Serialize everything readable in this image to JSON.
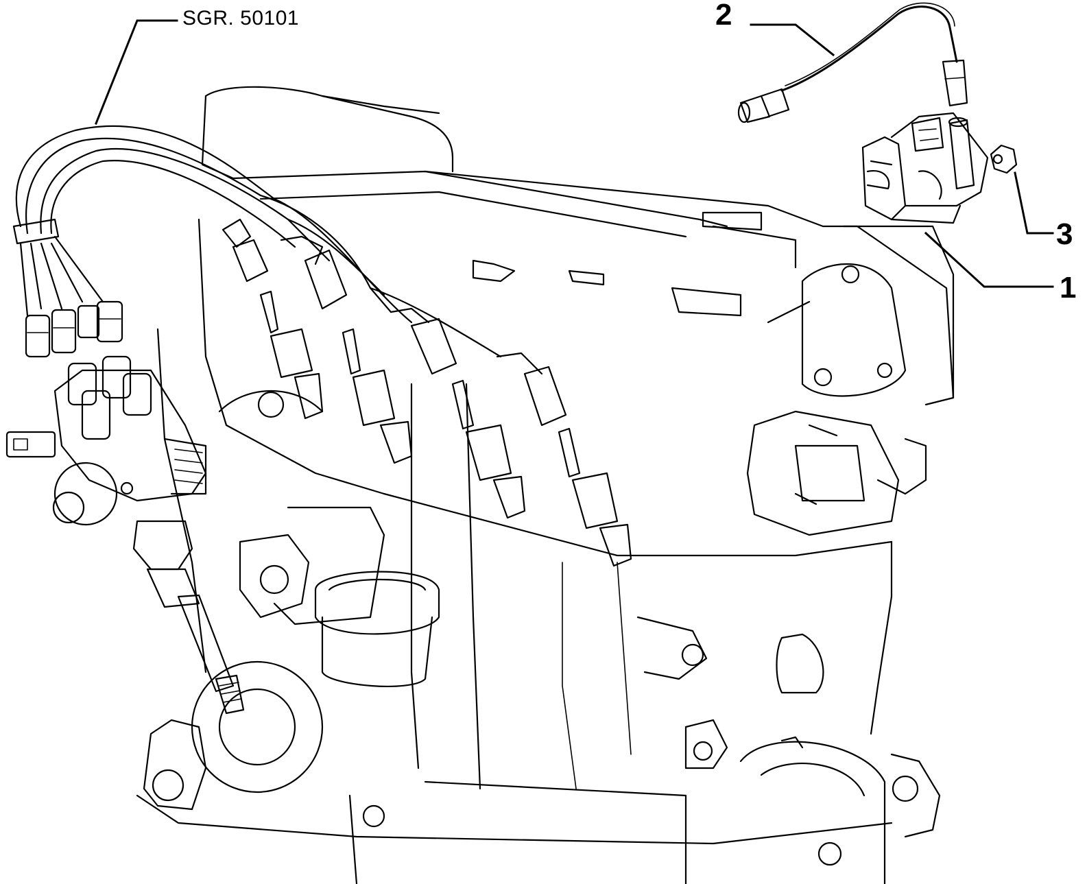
{
  "diagram": {
    "reference": "SGR. 50101",
    "callouts": [
      {
        "id": "1",
        "label": "1"
      },
      {
        "id": "2",
        "label": "2"
      },
      {
        "id": "3",
        "label": "3"
      }
    ]
  }
}
